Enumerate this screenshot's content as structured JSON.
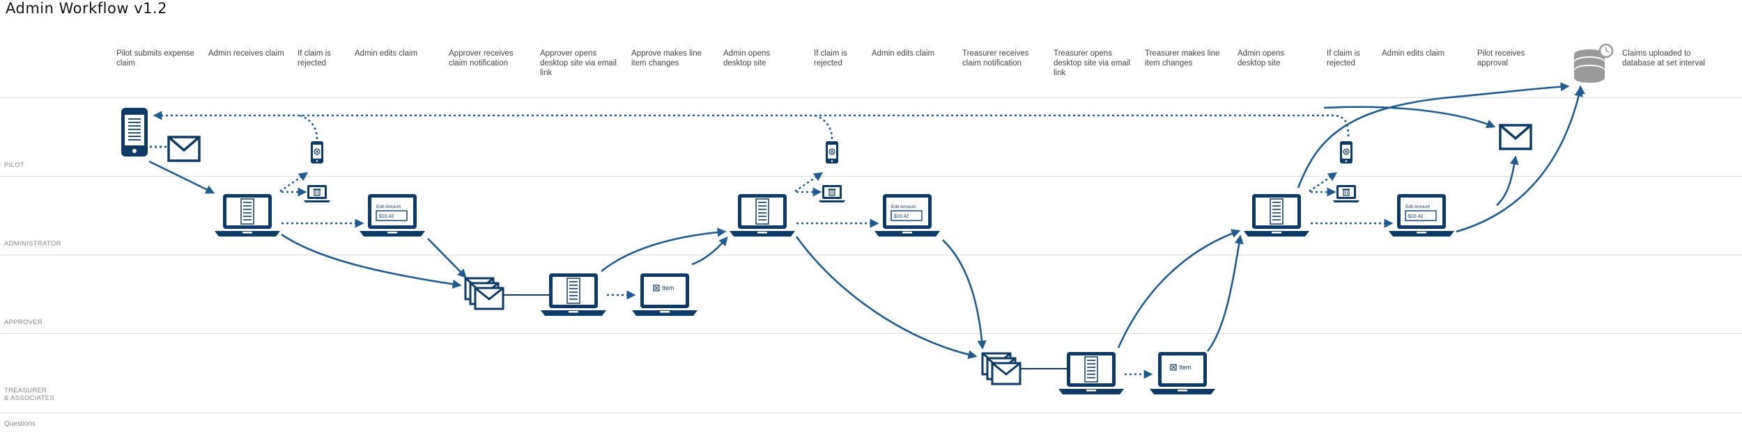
{
  "title": "Admin Workflow v1.2",
  "steps": [
    "Pilot submits expense claim",
    "Admin receives claim",
    "If claim is rejected",
    "Admin edits claim",
    "Approver receives claim notification",
    "Approver opens desktop site via email link",
    "Approve makes line item changes",
    "Admin opens desktop site",
    "If claim is rejected",
    "Admin edits claim",
    "Treasurer receives claim notification",
    "Treasurer opens desktop site via email link",
    "Treasurer makes line item changes",
    "Admin opens desktop site",
    "If claim is rejected",
    "Admin edits claim",
    "Pilot receives approval",
    "Claims uploaded to database at set interval"
  ],
  "lanes": {
    "pilot": "PILOT",
    "administrator": "ADMINISTRATOR",
    "approver": "APPROVER",
    "treasurer_line1": "TREASURER",
    "treasurer_line2": "& ASSOCIATES"
  },
  "footer": "Questions",
  "edit_label": "Edit Amount",
  "edit_value": "$10.42",
  "item_label": "Item",
  "colors": {
    "primary": "#0d3a66",
    "arrow": "#1f5a91",
    "db": "#9a9a9a",
    "lane_line": "#d9d9d9",
    "lane_text": "#888888"
  },
  "icons": {
    "phone": "phone-icon",
    "laptop": "laptop-icon",
    "envelope": "envelope-icon",
    "trash": "trash-icon",
    "database": "database-icon",
    "clock": "clock-icon"
  }
}
